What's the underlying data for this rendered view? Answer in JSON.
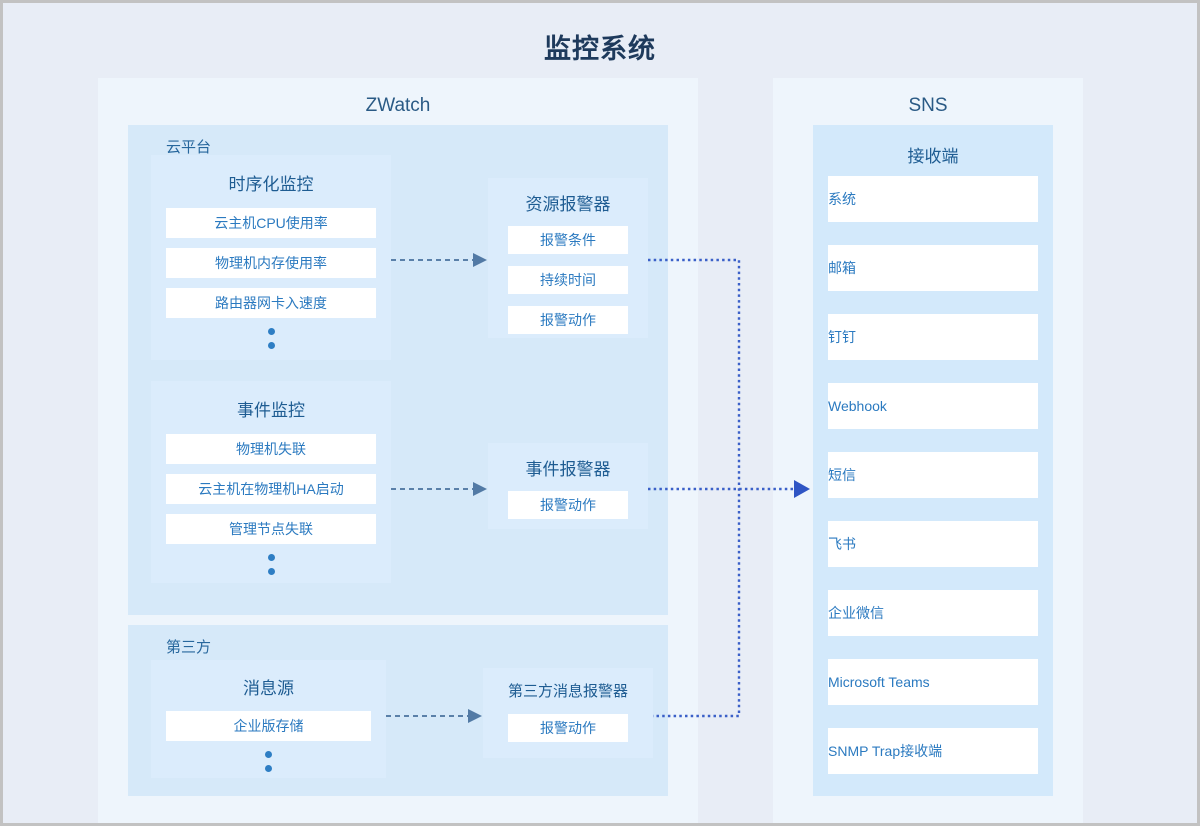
{
  "title": "监控系统",
  "zwatch": {
    "title": "ZWatch",
    "cloud_platform": {
      "label": "云平台",
      "time_series_monitor": {
        "title": "时序化监控",
        "items": [
          "云主机CPU使用率",
          "物理机内存使用率",
          "路由器网卡入速度"
        ]
      },
      "event_monitor": {
        "title": "事件监控",
        "items": [
          "物理机失联",
          "云主机在物理机HA启动",
          "管理节点失联"
        ]
      }
    },
    "third_party": {
      "label": "第三方",
      "message_source": {
        "title": "消息源",
        "items": [
          "企业版存储"
        ]
      }
    },
    "resource_alarm": {
      "title": "资源报警器",
      "items": [
        "报警条件",
        "持续时间",
        "报警动作"
      ]
    },
    "event_alarm": {
      "title": "事件报警器",
      "items": [
        "报警动作"
      ]
    },
    "third_party_alarm": {
      "title": "第三方消息报警器",
      "items": [
        "报警动作"
      ]
    }
  },
  "sns": {
    "title": "SNS",
    "receiver": {
      "title": "接收端",
      "items": [
        "系统",
        "邮箱",
        "钉钉",
        "Webhook",
        "短信",
        "飞书",
        "企业微信",
        "Microsoft Teams",
        "SNMP Trap接收端"
      ]
    }
  },
  "colors": {
    "page_background": "#e8edf6",
    "panel_background": "#eef5fc",
    "inner_panel_background": "#d6e9f9",
    "box_background": "#dbecfc",
    "row_background": "#ffffff",
    "title_text": "#1e3a5c",
    "box_title_text": "#1e5c92",
    "row_text": "#2b7ac0",
    "dashed_arrow": "#5a80a9",
    "dotted_arrow": "#3b60c8"
  }
}
